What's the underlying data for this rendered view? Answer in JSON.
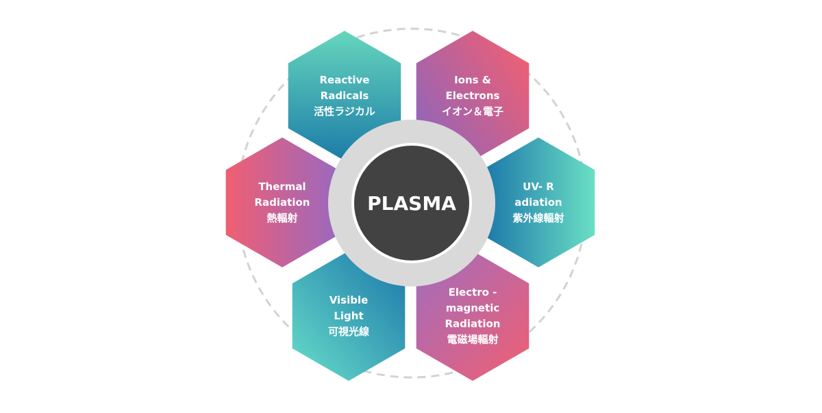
{
  "center": {
    "label": "PLASMA"
  },
  "hexagons": [
    {
      "id": "reactive-radicals",
      "lines": [
        "Reactive",
        "Radicals",
        "活性ラジカル"
      ],
      "colors": [
        "#66d6bd",
        "#1c7ca7"
      ]
    },
    {
      "id": "ions-electrons",
      "lines": [
        "Ions &",
        "Electrons",
        "イオン＆電子"
      ],
      "colors": [
        "#f05f72",
        "#8f65bc"
      ]
    },
    {
      "id": "uv-radiation",
      "lines": [
        "UV- R",
        "adiation",
        "紫外線輻射"
      ],
      "colors": [
        "#1b76a9",
        "#6adfc4"
      ]
    },
    {
      "id": "electromagnetic-radiation",
      "lines": [
        "Electro -",
        "magnetic",
        "Radiation",
        "電磁場輻射"
      ],
      "colors": [
        "#a06dbf",
        "#f05f72"
      ]
    },
    {
      "id": "visible-light",
      "lines": [
        "Visible",
        "Light",
        "可視光線"
      ],
      "colors": [
        "#1b76a9",
        "#68deca"
      ]
    },
    {
      "id": "thermal-radiation",
      "lines": [
        "Thermal",
        "Radiation",
        "熱輻射"
      ],
      "colors": [
        "#f05f72",
        "#9a68c0"
      ]
    }
  ]
}
